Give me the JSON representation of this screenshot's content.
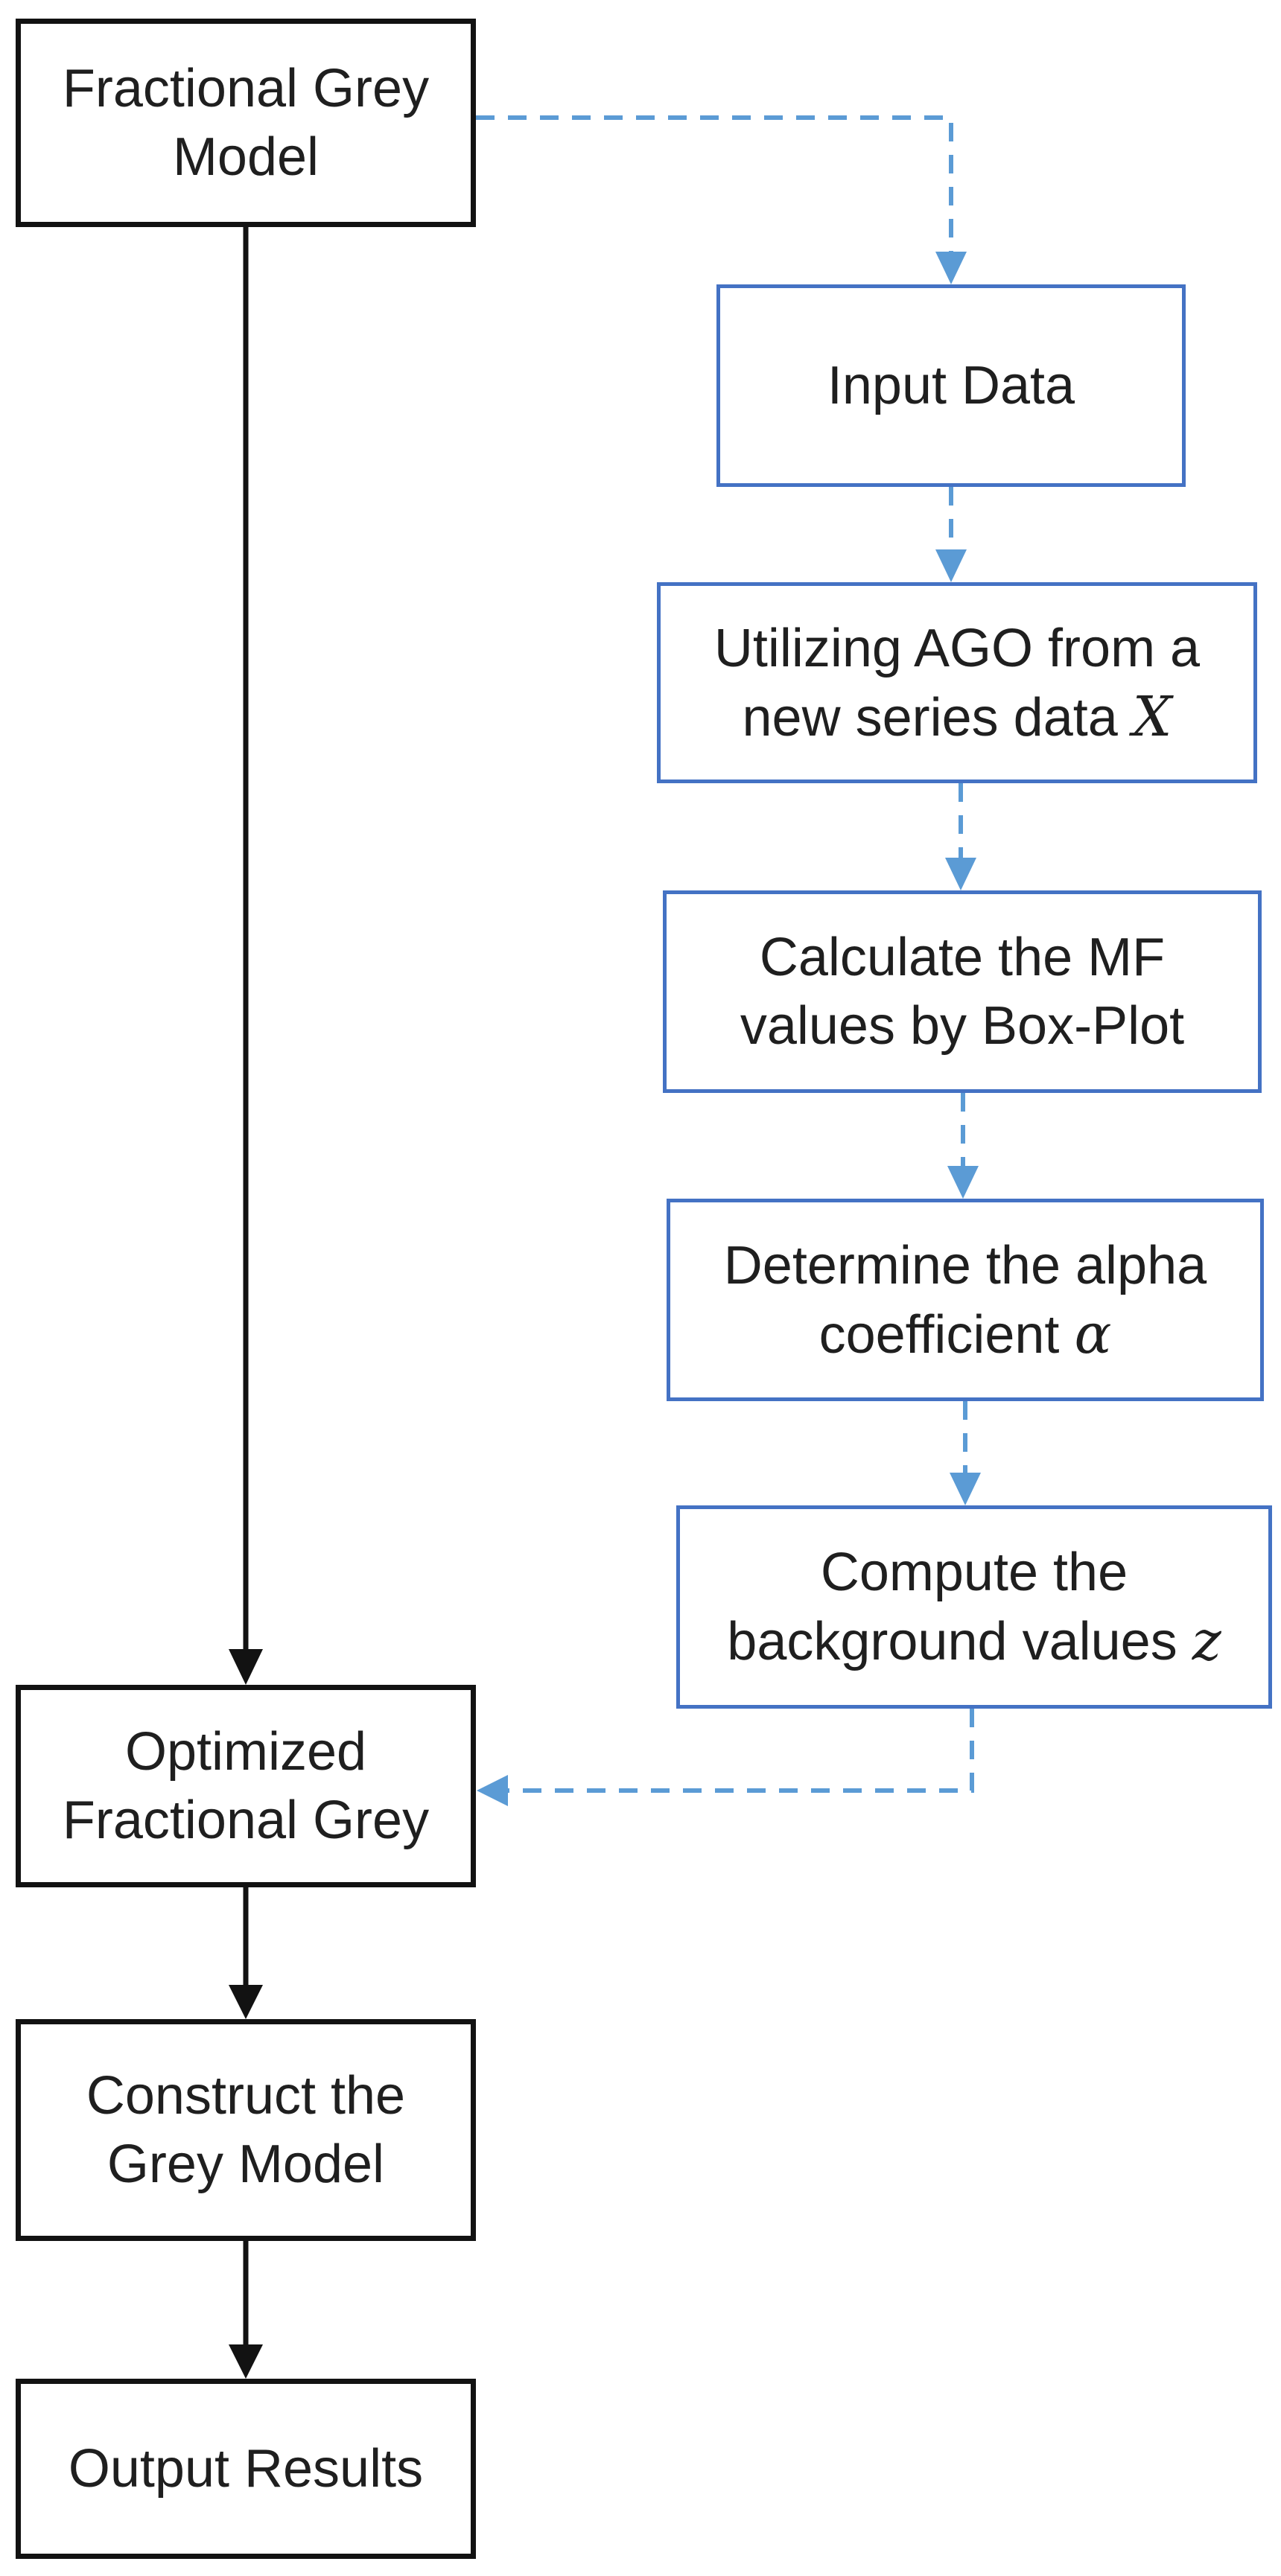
{
  "colors": {
    "black_box_border": "#121212",
    "blue_box_border": "#4472C4",
    "dashed_connector": "#5B9BD5",
    "solid_connector": "#121212",
    "text": "#1f1f1f",
    "background": "#ffffff"
  },
  "nodes": {
    "fractional_grey_model": {
      "lines": [
        {
          "text": "Fractional Grey"
        },
        {
          "text": "Model"
        }
      ]
    },
    "input_data": {
      "lines": [
        {
          "text": "Input Data"
        }
      ]
    },
    "utilizing_ago": {
      "lines": [
        {
          "text": "Utilizing AGO from a"
        },
        {
          "text": "new series data ",
          "math": "X"
        }
      ]
    },
    "calculate_mf": {
      "lines": [
        {
          "text": "Calculate the MF"
        },
        {
          "text": "values by Box-Plot"
        }
      ]
    },
    "determine_alpha": {
      "lines": [
        {
          "text": "Determine the alpha"
        },
        {
          "text": "coefficient ",
          "math": "α"
        }
      ]
    },
    "compute_background": {
      "lines": [
        {
          "text": "Compute the"
        },
        {
          "text": "background values ",
          "math": "z"
        }
      ]
    },
    "optimized_fractional_grey": {
      "lines": [
        {
          "text": "Optimized"
        },
        {
          "text": "Fractional Grey"
        }
      ]
    },
    "construct_grey_model": {
      "lines": [
        {
          "text": "Construct the"
        },
        {
          "text": "Grey Model"
        }
      ]
    },
    "output_results": {
      "lines": [
        {
          "text": "Output Results"
        }
      ]
    }
  },
  "connectors": [
    {
      "from": "fractional_grey_model",
      "to": "optimized_fractional_grey",
      "style": "solid",
      "color": "#121212"
    },
    {
      "from": "optimized_fractional_grey",
      "to": "construct_grey_model",
      "style": "solid",
      "color": "#121212"
    },
    {
      "from": "construct_grey_model",
      "to": "output_results",
      "style": "solid",
      "color": "#121212"
    },
    {
      "from": "fractional_grey_model",
      "to": "input_data",
      "style": "dashed",
      "color": "#5B9BD5"
    },
    {
      "from": "input_data",
      "to": "utilizing_ago",
      "style": "dashed",
      "color": "#5B9BD5"
    },
    {
      "from": "utilizing_ago",
      "to": "calculate_mf",
      "style": "dashed",
      "color": "#5B9BD5"
    },
    {
      "from": "calculate_mf",
      "to": "determine_alpha",
      "style": "dashed",
      "color": "#5B9BD5"
    },
    {
      "from": "determine_alpha",
      "to": "compute_background",
      "style": "dashed",
      "color": "#5B9BD5"
    },
    {
      "from": "compute_background",
      "to": "optimized_fractional_grey",
      "style": "dashed",
      "color": "#5B9BD5"
    }
  ]
}
